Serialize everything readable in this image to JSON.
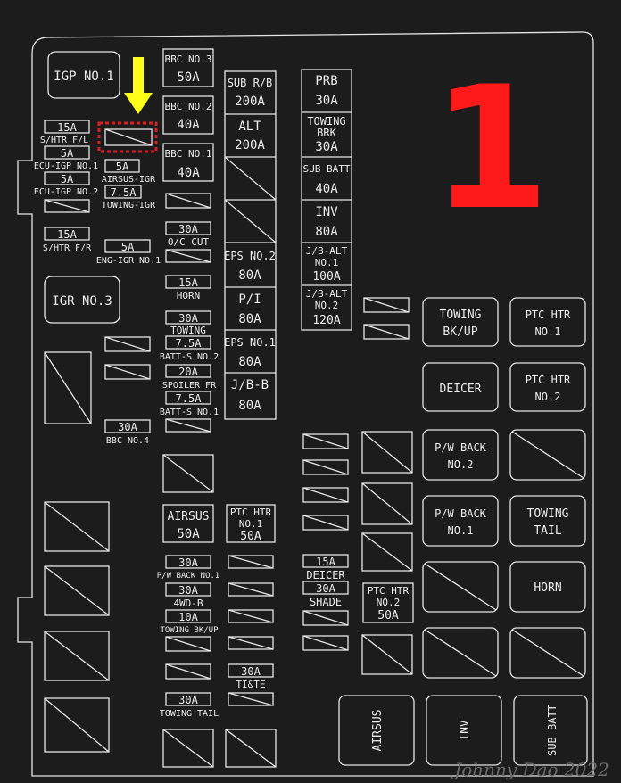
{
  "colors": {
    "background": "#1c1c1c",
    "lines": "#e6e6e6",
    "arrow": "#ffff1a",
    "highlight": "#e31b1b",
    "badge": "#ff1a1a"
  },
  "badge": "1",
  "signature": "Johnny Dao 2022",
  "relays": {
    "igp1": "IGP NO.1",
    "igr3": "IGR NO.3",
    "towing_bkup": [
      "TOWING",
      "BK/UP"
    ],
    "ptc_htr_1": [
      "PTC HTR",
      "NO.1"
    ],
    "deicer": "DEICER",
    "ptc_htr_2": [
      "PTC HTR",
      "NO.2"
    ],
    "pw_back_2": [
      "P/W BACK",
      "NO.2"
    ],
    "pw_back_1": [
      "P/W BACK",
      "NO.1"
    ],
    "towing_tail": [
      "TOWING",
      "TAIL"
    ],
    "horn": "HORN",
    "airsus": "AIRSUS",
    "inv": "INV",
    "sub_batt": "SUB BATT"
  },
  "fuses": {
    "bbc3": [
      "BBC NO.3",
      "50A"
    ],
    "bbc2": [
      "BBC NO.2",
      "40A"
    ],
    "bbc1": [
      "BBC NO.1",
      "40A"
    ],
    "sub_rb": [
      "SUB R/B",
      "200A"
    ],
    "alt": [
      "ALT",
      "200A"
    ],
    "eps2": [
      "EPS NO.2",
      "80A"
    ],
    "pi": [
      "P/I",
      "80A"
    ],
    "eps1": [
      "EPS NO.1",
      "80A"
    ],
    "jbb": [
      "J/B-B",
      "80A"
    ],
    "prb": [
      "PRB",
      "30A"
    ],
    "towing_brk": [
      "TOWING",
      "BRK",
      "30A"
    ],
    "sub_batt": [
      "SUB BATT",
      "40A"
    ],
    "inv": [
      "INV",
      "80A"
    ],
    "jb_alt1": [
      "J/B-ALT",
      "NO.1",
      "100A"
    ],
    "jb_alt2": [
      "J/B-ALT",
      "NO.2",
      "120A"
    ],
    "airsus": [
      "AIRSUS",
      "50A"
    ],
    "ptc_htr1": [
      "PTC HTR",
      "NO.1",
      "50A"
    ],
    "ptc_htr2": [
      "PTC HTR",
      "NO.2",
      "50A"
    ]
  },
  "mini": {
    "s_htr_fl_amp": "15A",
    "s_htr_fl": "S/HTR F/L",
    "ecu_igp1_amp": "5A",
    "ecu_igp1": "ECU-IGP NO.1",
    "ecu_igp2_amp": "5A",
    "ecu_igp2": "ECU-IGP NO.2",
    "s_htr_fr_amp": "15A",
    "s_htr_fr": "S/HTR F/R",
    "airsus_igr_amp": "5A",
    "airsus_igr": "AIRSUS-IGR",
    "towing_igr_amp": "7.5A",
    "towing_igr": "TOWING-IGR",
    "eng_igr1_amp": "5A",
    "eng_igr1": "ENG-IGR NO.1",
    "oc_cut_amp": "30A",
    "oc_cut": "O/C CUT",
    "horn_amp": "15A",
    "horn": "HORN",
    "towing_amp": "30A",
    "towing": "TOWING",
    "batt_s2_amp": "7.5A",
    "batt_s2": "BATT-S NO.2",
    "spoiler_fr_amp": "20A",
    "spoiler_fr": "SPOILER FR",
    "batt_s1_amp": "7.5A",
    "batt_s1": "BATT-S NO.1",
    "bbc4_amp": "30A",
    "bbc4": "BBC NO.4",
    "pw_back1_amp": "30A",
    "pw_back1": "P/W BACK NO.1",
    "wd_b_amp": "30A",
    "wd_b": "4WD-B",
    "towing_bkup_amp": "10A",
    "towing_bkup": "TOWING BK/UP",
    "titie_amp": "30A",
    "titie": "TI&TE",
    "towing_tail_amp": "30A",
    "towing_tail": "TOWING TAIL",
    "deicer_amp": "15A",
    "deicer": "DEICER",
    "shade_amp": "30A",
    "shade": "SHADE"
  }
}
